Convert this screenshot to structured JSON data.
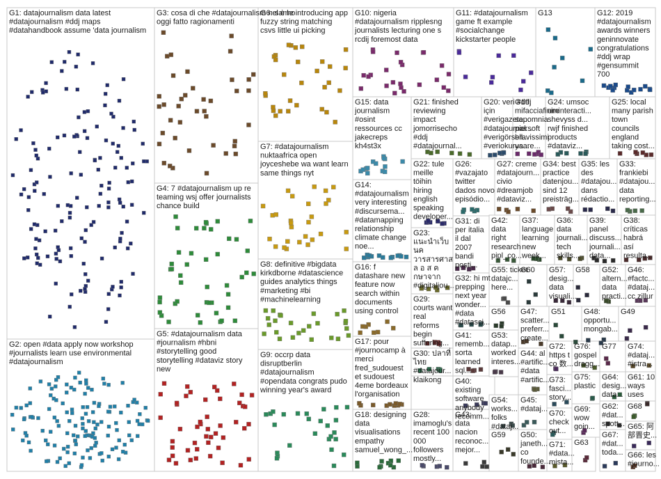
{
  "groups": [
    {
      "id": "G1",
      "lines": [
        "G1: datajournalism data latest",
        "#datajournalism #ddj maps",
        "#datahandbook assume 'data journalism"
      ],
      "color": "#1f2a6b",
      "nodes": 150
    },
    {
      "id": "G2",
      "lines": [
        "G2: open #data apply now workshop",
        "#journalists learn use environmental",
        "#datajournalism"
      ],
      "color": "#1f7fa8",
      "nodes": 140
    },
    {
      "id": "G3",
      "lines": [
        "G3: cosa di che #datajournalism nel è ho",
        "oggi fatto ragionamenti"
      ],
      "color": "#6b4a2a",
      "nodes": 40
    },
    {
      "id": "G4",
      "lines": [
        "G4: 7 #datajournalism up re",
        "teaming wsj offer journalists",
        "chance build"
      ],
      "color": "#2e8b3a",
      "nodes": 45
    },
    {
      "id": "G5",
      "lines": [
        "G5: #datajournalism data",
        "#journalism #hbni",
        "#storytelling good",
        "storytelling #dataviz story",
        "new"
      ],
      "color": "#b22222",
      "nodes": 48
    },
    {
      "id": "G6",
      "lines": [
        "G6: same introducing app",
        "fuzzy string matching",
        "csvs little ui picking"
      ],
      "color": "#b8860b",
      "nodes": 30
    },
    {
      "id": "G7",
      "lines": [
        "G7: #datajournalism",
        "nuktaafrica open",
        "joyceshebe wa want learn",
        "same things nyt"
      ],
      "color": "#c89a10",
      "nodes": 28
    },
    {
      "id": "G8",
      "lines": [
        "G8: definitive #bigdata",
        "kirkdborne #datascience",
        "guides analytics things",
        "#marketing #bi",
        "#machinelearning"
      ],
      "color": "#6a9a2a",
      "nodes": 26
    },
    {
      "id": "G9",
      "lines": [
        "G9: occrp data",
        "disruptberlin",
        "#datajournalism",
        "#opendata congrats pudo",
        "winning year's award"
      ],
      "color": "#2a8a5a",
      "nodes": 26
    },
    {
      "id": "G10",
      "lines": [
        "G10: nigeria",
        "#datajournalism ripplesng",
        "journalists lecturing one s",
        "rcdij foremost data"
      ],
      "color": "#7a2a6b",
      "nodes": 24
    },
    {
      "id": "G11",
      "lines": [
        "G11: #datajournalism",
        "game ft example",
        "#socialchange",
        "kickstarter people"
      ],
      "color": "#4a2a9a",
      "nodes": 10
    },
    {
      "id": "G12",
      "lines": [
        "G12: 2019",
        "#datajournalism",
        "awards winners",
        "geninnovate",
        "congratulations",
        "#ddj wrap",
        "#gensummit",
        "700"
      ],
      "color": "#1a4a8a",
      "nodes": 14
    },
    {
      "id": "G13",
      "lines": [
        "G13"
      ],
      "color": "#1a6a8a",
      "nodes": 8
    },
    {
      "id": "G14",
      "lines": [
        "G14:",
        "#datajournalism",
        "very interesting",
        "#discursema...",
        "#datamapping",
        "relationship",
        "climate change",
        "noe..."
      ],
      "color": "#2a7a9a",
      "nodes": 14
    },
    {
      "id": "G15",
      "lines": [
        "G15: data",
        "journalism",
        "#osint",
        "ressources cc",
        "jakecreps",
        "kh4st3x"
      ],
      "color": "#3a8aaa",
      "nodes": 14
    },
    {
      "id": "G16",
      "lines": [
        "G16: f",
        "datashare new",
        "feature now",
        "search within",
        "documents",
        "using control"
      ],
      "color": "#8a6a2a",
      "nodes": 8
    },
    {
      "id": "G17",
      "lines": [
        "G17: pour",
        "#journocamp à",
        "merci",
        "fred_sudouest",
        "et sudouest",
        "4eme bordeaux",
        "l'organisation"
      ],
      "color": "#7a5a2a",
      "nodes": 10
    },
    {
      "id": "G18",
      "lines": [
        "G18: designing",
        "data",
        "visualisations",
        "empathy",
        "samuel_wong_..."
      ],
      "color": "#2a6a3a",
      "nodes": 10
    },
    {
      "id": "G19",
      "lines": [
        "G19:",
        "mifacciafinire",
        "sapomnia",
        "piersoft",
        "bravissimi",
        "usare..."
      ],
      "color": "#6a2a6a",
      "nodes": 6
    },
    {
      "id": "G20",
      "lines": [
        "G20: veri #ddj",
        "için",
        "#verigazete...",
        "#datajournal...",
        "#verigörsell...",
        "#veriokurya..."
      ],
      "color": "#2a4a6a",
      "nodes": 6
    },
    {
      "id": "G21",
      "lines": [
        "G21: finished",
        "reviewing",
        "impact",
        "jomorrisecho",
        "#ddj",
        "#datajournal..."
      ],
      "color": "#4a6a2a",
      "nodes": 6
    },
    {
      "id": "G22",
      "lines": [
        "G22: tule",
        "meille",
        "töihin",
        "hiring",
        "english",
        "speaking",
        "developer..."
      ],
      "color": "#2a2a6a",
      "nodes": 6
    },
    {
      "id": "G23",
      "lines": [
        "G23:",
        "แนะนำเว็บ",
        "นค",
        "วารสารศาส",
        "ล อ ส ค",
        "กษาจาก",
        "#digitaljou..."
      ],
      "color": "#6a6a2a",
      "nodes": 6
    },
    {
      "id": "G24",
      "lines": [
        "G24: umsoc",
        "uminteracti...",
        "shevyss d...",
        "rwjf finished",
        "products",
        "#dataviz..."
      ],
      "color": "#2a5a5a",
      "nodes": 6
    },
    {
      "id": "G25",
      "lines": [
        "G25: local",
        "many parish",
        "town",
        "councils",
        "england",
        "taking cost..."
      ],
      "color": "#5a2a2a",
      "nodes": 6
    },
    {
      "id": "G26",
      "lines": [
        "G26:",
        "#vazajato",
        "twitter",
        "dados novo",
        "episódio..."
      ],
      "color": "#2a6a6a",
      "nodes": 5
    },
    {
      "id": "G27",
      "lines": [
        "G27: creme",
        "#datajourn...",
        "civio",
        "#dreamjob",
        "#dataviz..."
      ],
      "color": "#6a4a2a",
      "nodes": 5
    },
    {
      "id": "G28",
      "lines": [
        "G28:",
        "imamoglu's",
        "recent 100",
        "000",
        "followers",
        "mostly..."
      ],
      "color": "#4a4a6a",
      "nodes": 5
    },
    {
      "id": "G29",
      "lines": [
        "G29:",
        "courts want",
        "real",
        "reforms",
        "begin",
        "suffering..."
      ],
      "color": "#6a2a2a",
      "nodes": 5
    },
    {
      "id": "G30",
      "lines": [
        "G30: ปลาที่",
        "ไทย",
        "#datajour...",
        "klaikong"
      ],
      "color": "#2a6a4a",
      "nodes": 5
    },
    {
      "id": "G31",
      "lines": [
        "G31: di",
        "per italia",
        "il dal",
        "2007",
        "bandi",
        "posti..."
      ],
      "color": "#4a2a4a",
      "nodes": 5
    },
    {
      "id": "G32",
      "lines": [
        "G32: hi mt",
        "prepping",
        "next year",
        "wonder...",
        "#data",
        "#datasci..."
      ],
      "color": "#2a4a4a",
      "nodes": 5
    },
    {
      "id": "G33",
      "lines": [
        "G33:",
        "frankiebi",
        "#datajou...",
        "data",
        "reporting..."
      ],
      "color": "#4a6a4a",
      "nodes": 4
    },
    {
      "id": "G34",
      "lines": [
        "G34: best",
        "practice",
        "datenjou...",
        "sind 12",
        "preisträg..."
      ],
      "color": "#6a4a4a",
      "nodes": 4
    },
    {
      "id": "G35",
      "lines": [
        "G35: les",
        "des",
        "#datajou...",
        "dans",
        "rédactio..."
      ],
      "color": "#2a2a4a",
      "nodes": 4
    },
    {
      "id": "G36",
      "lines": [
        "G36:",
        "data",
        "journali...",
        "tech",
        "skills..."
      ],
      "color": "#4a4a2a",
      "nodes": 4
    },
    {
      "id": "G37",
      "lines": [
        "G37:",
        "language",
        "learning",
        "new",
        "week..."
      ],
      "color": "#2a4a2a",
      "nodes": 4
    },
    {
      "id": "G38",
      "lines": [
        "G38:",
        "críticas",
        "habrá",
        "así",
        "resulta..."
      ],
      "color": "#4a2a2a",
      "nodes": 4
    },
    {
      "id": "G39",
      "lines": [
        "G39:",
        "panel",
        "discuss...",
        "journali...",
        "data..."
      ],
      "color": "#2a2a2a",
      "nodes": 4
    },
    {
      "id": "G40",
      "lines": [
        "G40:",
        "existing",
        "software",
        "anybody",
        "recomm..."
      ],
      "color": "#3a3a5a",
      "nodes": 4
    },
    {
      "id": "G41",
      "lines": [
        "G41:",
        "rememb...",
        "sorta",
        "learned",
        "sql..."
      ],
      "color": "#5a3a3a",
      "nodes": 4
    },
    {
      "id": "G42",
      "lines": [
        "G42:",
        "data",
        "right",
        "research",
        "pipl_co..."
      ],
      "color": "#3a5a3a",
      "nodes": 4
    },
    {
      "id": "G43",
      "lines": [
        "G43:",
        "data",
        "nacion",
        "reconoc...",
        "mejor..."
      ],
      "color": "#3a3a3a",
      "nodes": 4
    },
    {
      "id": "G44",
      "lines": [
        "G44: al",
        "#artific...",
        "#data",
        "#artific..."
      ],
      "color": "#5a5a3a",
      "nodes": 3
    },
    {
      "id": "G45",
      "lines": [
        "G45:",
        "#dataj..."
      ],
      "color": "#3a5a5a",
      "nodes": 3
    },
    {
      "id": "G46",
      "lines": [
        "G46:",
        "#factc...",
        "#dataj...",
        "cc zillur"
      ],
      "color": "#5a3a5a",
      "nodes": 3
    },
    {
      "id": "G47",
      "lines": [
        "G47:",
        "scatter...",
        "preferr...",
        "create..."
      ],
      "color": "#4a3a2a",
      "nodes": 3
    },
    {
      "id": "G48",
      "lines": [
        "G48:",
        "opportu...",
        "mongab..."
      ],
      "color": "#2a3a4a",
      "nodes": 3
    },
    {
      "id": "G49",
      "lines": [
        "G49"
      ],
      "color": "#3a2a4a",
      "nodes": 3
    },
    {
      "id": "G50",
      "lines": [
        "G50:",
        "janeth...",
        "co",
        "founde..."
      ],
      "color": "#4a2a3a",
      "nodes": 3
    },
    {
      "id": "G51",
      "lines": [
        "G51"
      ],
      "color": "#2a4a3a",
      "nodes": 3
    },
    {
      "id": "G52",
      "lines": [
        "G52:",
        "altern...",
        "data",
        "practi..."
      ],
      "color": "#3a4a2a",
      "nodes": 3
    },
    {
      "id": "G53",
      "lines": [
        "G53:",
        "datap...",
        "worked",
        "interes..."
      ],
      "color": "#4a3a4a",
      "nodes": 3
    },
    {
      "id": "G54",
      "lines": [
        "G54:",
        "works...",
        "folks",
        "#dataj..."
      ],
      "color": "#3a4a4a",
      "nodes": 3
    },
    {
      "id": "G55",
      "lines": [
        "G55: ticket",
        "datajc...",
        "here..."
      ],
      "color": "#4a4a4a",
      "nodes": 3
    },
    {
      "id": "G56",
      "lines": [
        "G56"
      ],
      "color": "#2a3a2a",
      "nodes": 3
    },
    {
      "id": "G57",
      "lines": [
        "G57:",
        "desig...",
        "data",
        "visuali..."
      ],
      "color": "#3a2a3a",
      "nodes": 3
    },
    {
      "id": "G58",
      "lines": [
        "G58"
      ],
      "color": "#2a2a3a",
      "nodes": 3
    },
    {
      "id": "G59",
      "lines": [
        "G59"
      ],
      "color": "#3a3a2a",
      "nodes": 3
    },
    {
      "id": "G60",
      "lines": [
        "G60"
      ],
      "color": "#2a3a3a",
      "nodes": 3
    },
    {
      "id": "G61",
      "lines": [
        "G61: 10",
        "ways",
        "uses"
      ],
      "color": "#3a2a2a",
      "nodes": 2
    },
    {
      "id": "G62",
      "lines": [
        "G62:",
        "#dat...",
        "spott..."
      ],
      "color": "#2a2a2a",
      "nodes": 2
    },
    {
      "id": "G63",
      "lines": [
        "G63"
      ],
      "color": "#5a2a3a",
      "nodes": 2
    },
    {
      "id": "G64",
      "lines": [
        "G64:",
        "desig...",
        "data..."
      ],
      "color": "#2a5a3a",
      "nodes": 2
    },
    {
      "id": "G65",
      "lines": [
        "G65: 阿",
        "部晋史..."
      ],
      "color": "#3a2a5a",
      "nodes": 2
    },
    {
      "id": "G66",
      "lines": [
        "G66: les",
        "#journo..."
      ],
      "color": "#5a3a2a",
      "nodes": 2
    },
    {
      "id": "G67",
      "lines": [
        "G67:",
        "#dat...",
        "toda..."
      ],
      "color": "#2a3a5a",
      "nodes": 2
    },
    {
      "id": "G68",
      "lines": [
        "G68"
      ],
      "color": "#3a5a2a",
      "nodes": 2
    },
    {
      "id": "G69",
      "lines": [
        "G69:",
        "wow",
        "goin..."
      ],
      "color": "#5a2a5a",
      "nodes": 2
    },
    {
      "id": "G70",
      "lines": [
        "G70:",
        "check",
        "out..."
      ],
      "color": "#2a5a5a",
      "nodes": 2
    },
    {
      "id": "G71",
      "lines": [
        "G71:",
        "#data...",
        "mista..."
      ],
      "color": "#5a5a2a",
      "nodes": 2
    },
    {
      "id": "G72",
      "lines": [
        "G72:",
        "https t",
        "co 数..."
      ],
      "color": "#4a2a5a",
      "nodes": 2
    },
    {
      "id": "G73",
      "lines": [
        "G73:",
        "fasci...",
        "story..."
      ],
      "color": "#2a4a5a",
      "nodes": 2
    },
    {
      "id": "G74",
      "lines": [
        "G74:",
        "#dataj...",
        "#istra..."
      ],
      "color": "#5a4a2a",
      "nodes": 2
    },
    {
      "id": "G75",
      "lines": [
        "G75:",
        "plastic"
      ],
      "color": "#2a5a4a",
      "nodes": 2
    },
    {
      "id": "G76",
      "lines": [
        "G76:",
        "gospel",
        "dragg..."
      ],
      "color": "#4a5a2a",
      "nodes": 2
    },
    {
      "id": "G77",
      "lines": [
        "G77"
      ],
      "color": "#5a2a4a",
      "nodes": 2
    }
  ]
}
